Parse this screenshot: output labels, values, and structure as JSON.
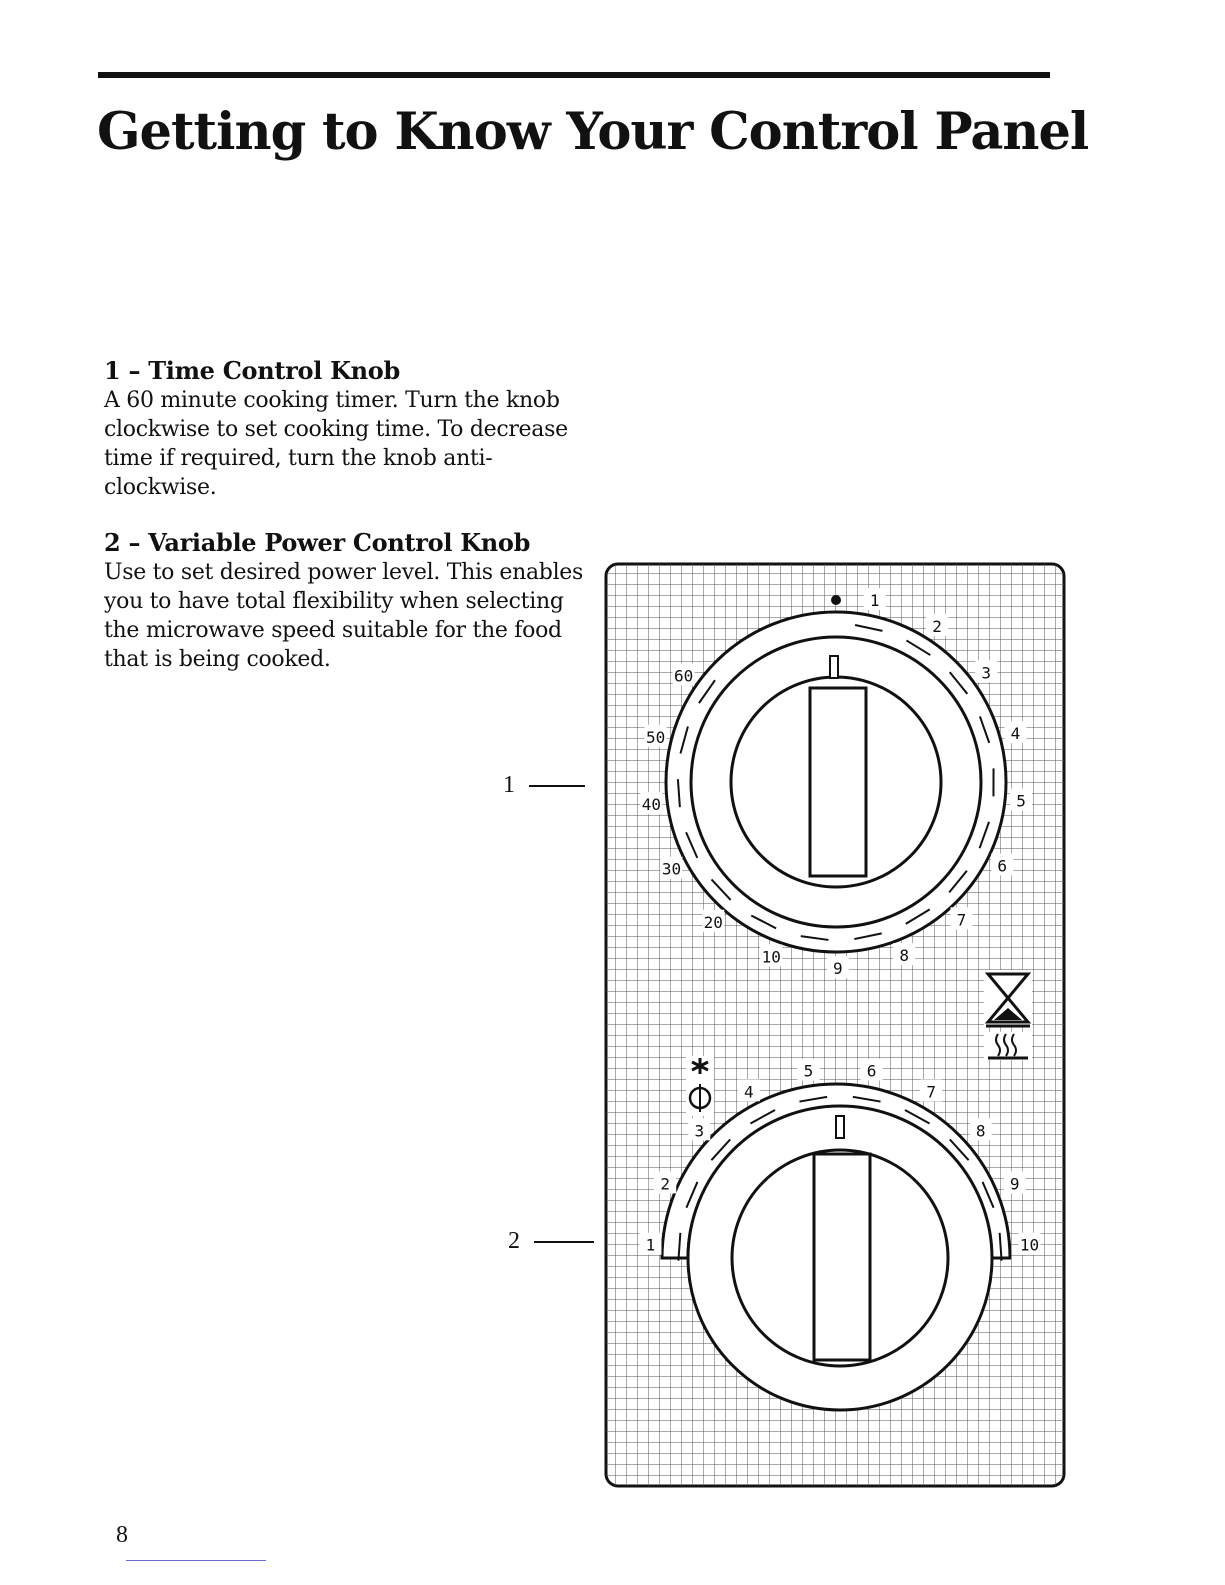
{
  "page": {
    "title": "Getting to Know Your Control Panel",
    "page_number": "8"
  },
  "sections": [
    {
      "heading": "1 – Time Control Knob",
      "body": "A 60 minute cooking timer. Turn the knob clockwise to set cooking time. To decrease time if required, turn the knob anti-clockwise."
    },
    {
      "heading": "2 – Variable Power Control Knob",
      "body": "Use to set desired power level. This enables you to have total flexibility when selecting the microwave speed suitable for the food that is being cooked."
    }
  ],
  "callouts": [
    "1",
    "2"
  ],
  "panel": {
    "timer_dial": {
      "minute_labels": [
        "60",
        "50",
        "40",
        "30",
        "20",
        "10",
        "9",
        "8",
        "7",
        "6",
        "5",
        "4",
        "3",
        "2",
        "1"
      ]
    },
    "power_dial": {
      "level_labels": [
        "1",
        "2",
        "3",
        "4",
        "5",
        "6",
        "7",
        "8",
        "9",
        "10"
      ]
    },
    "icons": [
      "hourglass-icon",
      "steam-heat-icon",
      "defrost-snowflake-icon"
    ]
  },
  "colors": {
    "ink": "#111111",
    "grid_line": "#555555",
    "panel_bg": "#ffffff"
  }
}
